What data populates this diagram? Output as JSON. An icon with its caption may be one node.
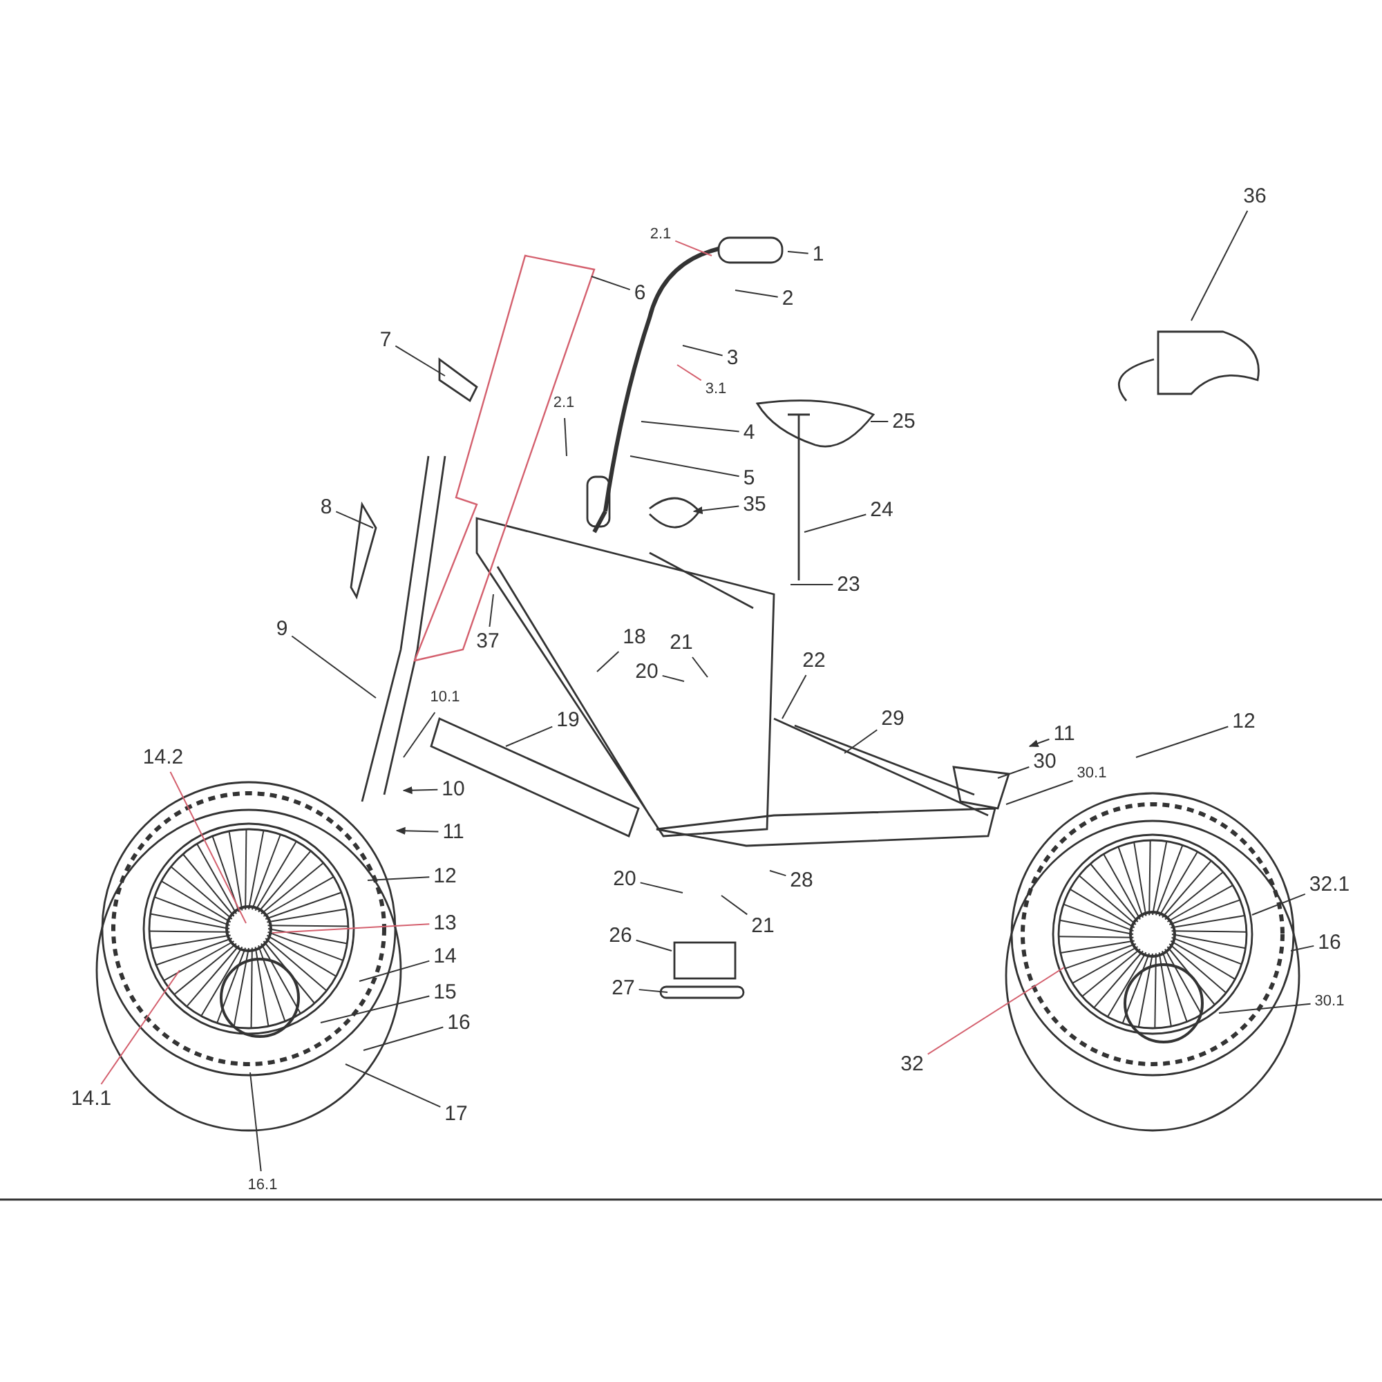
{
  "diagram": {
    "nodes": [
      {
        "text": [
          "36"
        ]
      },
      {
        "text": [
          "2.1"
        ]
      },
      {
        "text": [
          "1"
        ]
      },
      {
        "text": [
          "2"
        ]
      },
      {
        "text": [
          "6"
        ]
      },
      {
        "text": [
          "3"
        ]
      },
      {
        "text": [
          "7"
        ]
      },
      {
        "text": [
          "3.1"
        ]
      },
      {
        "text": [
          "2.1"
        ]
      },
      {
        "text": [
          "25"
        ]
      },
      {
        "text": [
          "4"
        ]
      },
      {
        "text": [
          "5"
        ]
      },
      {
        "text": [
          "8"
        ]
      },
      {
        "text": [
          "35"
        ]
      },
      {
        "text": [
          "24"
        ]
      },
      {
        "text": [
          "23"
        ]
      },
      {
        "text": [
          "37"
        ]
      },
      {
        "text": [
          "9"
        ]
      },
      {
        "text": [
          "18"
        ]
      },
      {
        "text": [
          "21"
        ]
      },
      {
        "text": [
          "20"
        ]
      },
      {
        "text": [
          "22"
        ]
      },
      {
        "text": [
          "10.1"
        ]
      },
      {
        "text": [
          "29"
        ]
      },
      {
        "text": [
          "19"
        ]
      },
      {
        "text": [
          "11"
        ]
      },
      {
        "text": [
          "12"
        ]
      },
      {
        "text": [
          "14.2"
        ]
      },
      {
        "text": [
          "30"
        ]
      },
      {
        "text": [
          "30.1"
        ]
      },
      {
        "text": [
          "10"
        ]
      },
      {
        "text": [
          "11"
        ]
      },
      {
        "text": [
          "12"
        ]
      },
      {
        "text": [
          "20"
        ]
      },
      {
        "text": [
          "28"
        ]
      },
      {
        "text": [
          "21"
        ]
      },
      {
        "text": [
          "32.1"
        ]
      },
      {
        "text": [
          "13"
        ]
      },
      {
        "text": [
          "26"
        ]
      },
      {
        "text": [
          "14"
        ]
      },
      {
        "text": [
          "16"
        ]
      },
      {
        "text": [
          "27"
        ]
      },
      {
        "text": [
          "15"
        ]
      },
      {
        "text": [
          "14.1"
        ]
      },
      {
        "text": [
          "16"
        ]
      },
      {
        "text": [
          "30.1"
        ]
      },
      {
        "text": [
          "32"
        ]
      },
      {
        "text": [
          "17"
        ]
      },
      {
        "text": [
          "16.1"
        ]
      }
    ],
    "edges": [
      {
        "from": 0,
        "to": null,
        "arrow": "none"
      },
      {
        "from": 1,
        "to": null,
        "arrow": "none",
        "color": "#d4606e"
      },
      {
        "from": 2,
        "to": null,
        "arrow": "none"
      },
      {
        "from": 3,
        "to": null,
        "arrow": "none"
      },
      {
        "from": 4,
        "to": null,
        "arrow": "none"
      },
      {
        "from": 5,
        "to": null,
        "arrow": "none"
      },
      {
        "from": 6,
        "to": null,
        "arrow": "none"
      },
      {
        "from": 7,
        "to": null,
        "arrow": "none",
        "color": "#d4606e"
      },
      {
        "from": 8,
        "to": null,
        "arrow": "none"
      },
      {
        "from": 9,
        "to": null,
        "arrow": "none"
      },
      {
        "from": 10,
        "to": null,
        "arrow": "none"
      },
      {
        "from": 11,
        "to": null,
        "arrow": "none"
      },
      {
        "from": 12,
        "to": null,
        "arrow": "none"
      },
      {
        "from": 13,
        "to": null,
        "arrow": "to"
      },
      {
        "from": 14,
        "to": null,
        "arrow": "none"
      },
      {
        "from": 15,
        "to": null,
        "arrow": "none"
      },
      {
        "from": 16,
        "to": null,
        "arrow": "none"
      },
      {
        "from": 17,
        "to": null,
        "arrow": "none"
      },
      {
        "from": 18,
        "to": null,
        "arrow": "none"
      },
      {
        "from": 19,
        "to": null,
        "arrow": "none"
      },
      {
        "from": 20,
        "to": null,
        "arrow": "none"
      },
      {
        "from": 21,
        "to": null,
        "arrow": "none"
      },
      {
        "from": 22,
        "to": null,
        "arrow": "none"
      },
      {
        "from": 23,
        "to": null,
        "arrow": "none"
      },
      {
        "from": 24,
        "to": null,
        "arrow": "none"
      },
      {
        "from": 25,
        "to": null,
        "arrow": "to"
      },
      {
        "from": 26,
        "to": null,
        "arrow": "none"
      },
      {
        "from": 27,
        "to": null,
        "arrow": "none",
        "color": "#d4606e"
      },
      {
        "from": 28,
        "to": null,
        "arrow": "none"
      },
      {
        "from": 29,
        "to": null,
        "arrow": "none"
      },
      {
        "from": 30,
        "to": null,
        "arrow": "to"
      },
      {
        "from": 31,
        "to": null,
        "arrow": "to"
      },
      {
        "from": 32,
        "to": null,
        "arrow": "none"
      },
      {
        "from": 33,
        "to": null,
        "arrow": "none"
      },
      {
        "from": 34,
        "to": null,
        "arrow": "none"
      },
      {
        "from": 35,
        "to": null,
        "arrow": "none"
      },
      {
        "from": 36,
        "to": null,
        "arrow": "none"
      },
      {
        "from": 37,
        "to": null,
        "arrow": "none",
        "color": "#d4606e"
      },
      {
        "from": 38,
        "to": null,
        "arrow": "none"
      },
      {
        "from": 39,
        "to": null,
        "arrow": "none"
      },
      {
        "from": 40,
        "to": null,
        "arrow": "none"
      },
      {
        "from": 41,
        "to": null,
        "arrow": "none"
      },
      {
        "from": 42,
        "to": null,
        "arrow": "none"
      },
      {
        "from": 43,
        "to": null,
        "arrow": "none",
        "color": "#d4606e"
      },
      {
        "from": 44,
        "to": null,
        "arrow": "none"
      },
      {
        "from": 45,
        "to": null,
        "arrow": "none"
      },
      {
        "from": 46,
        "to": null,
        "arrow": "none",
        "color": "#d4606e"
      },
      {
        "from": 47,
        "to": null,
        "arrow": "none"
      },
      {
        "from": 48,
        "to": null,
        "arrow": "none"
      }
    ]
  }
}
